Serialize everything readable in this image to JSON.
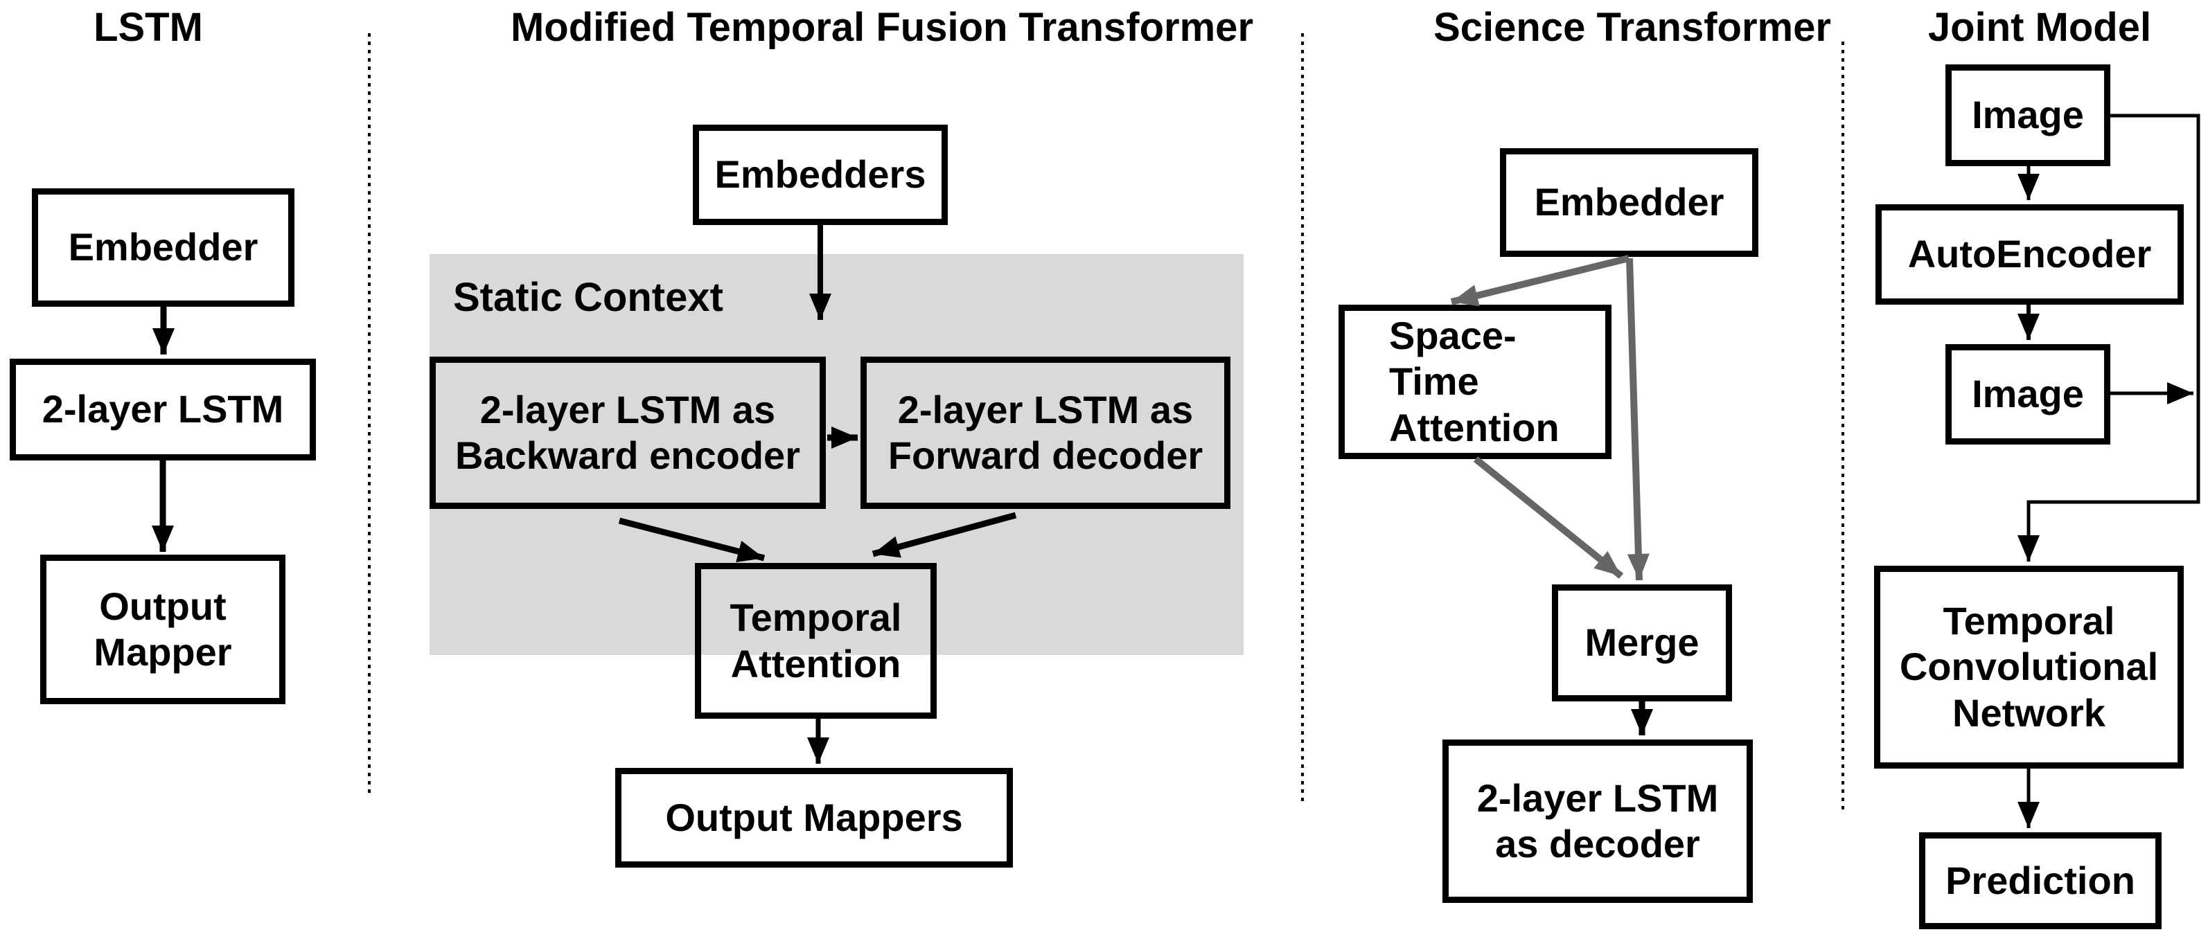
{
  "figure": {
    "kind": "model-architecture-comparison-diagram"
  },
  "colors": {
    "background": "#ffffff",
    "box_border": "#000000",
    "text": "#000000",
    "static_context_fill": "#d9d9d9",
    "gray_arrow": "#666666",
    "black_arrow": "#000000",
    "divider_dots": "#000000"
  },
  "columns": [
    {
      "title": "LSTM",
      "nodes": [
        {
          "label": "Embedder"
        },
        {
          "label": "2-layer LSTM"
        },
        {
          "label": "Output\nMapper"
        }
      ]
    },
    {
      "title": "Modified Temporal Fusion Transformer",
      "region_label": "Static Context",
      "nodes": [
        {
          "label": "Embedders"
        },
        {
          "label": "2-layer LSTM as\nBackward encoder"
        },
        {
          "label": "2-layer LSTM as\nForward decoder"
        },
        {
          "label": "Temporal\nAttention"
        },
        {
          "label": "Output Mappers"
        }
      ]
    },
    {
      "title": "Science Transformer",
      "nodes": [
        {
          "label": "Embedder"
        },
        {
          "label": "Space-Time\nAttention"
        },
        {
          "label": "Merge"
        },
        {
          "label": "2-layer LSTM\nas decoder"
        }
      ]
    },
    {
      "title": "Joint Model",
      "nodes": [
        {
          "label": "Image"
        },
        {
          "label": "AutoEncoder"
        },
        {
          "label": "Image"
        },
        {
          "label": "Temporal\nConvolutional\nNetwork"
        },
        {
          "label": "Prediction"
        }
      ]
    }
  ]
}
